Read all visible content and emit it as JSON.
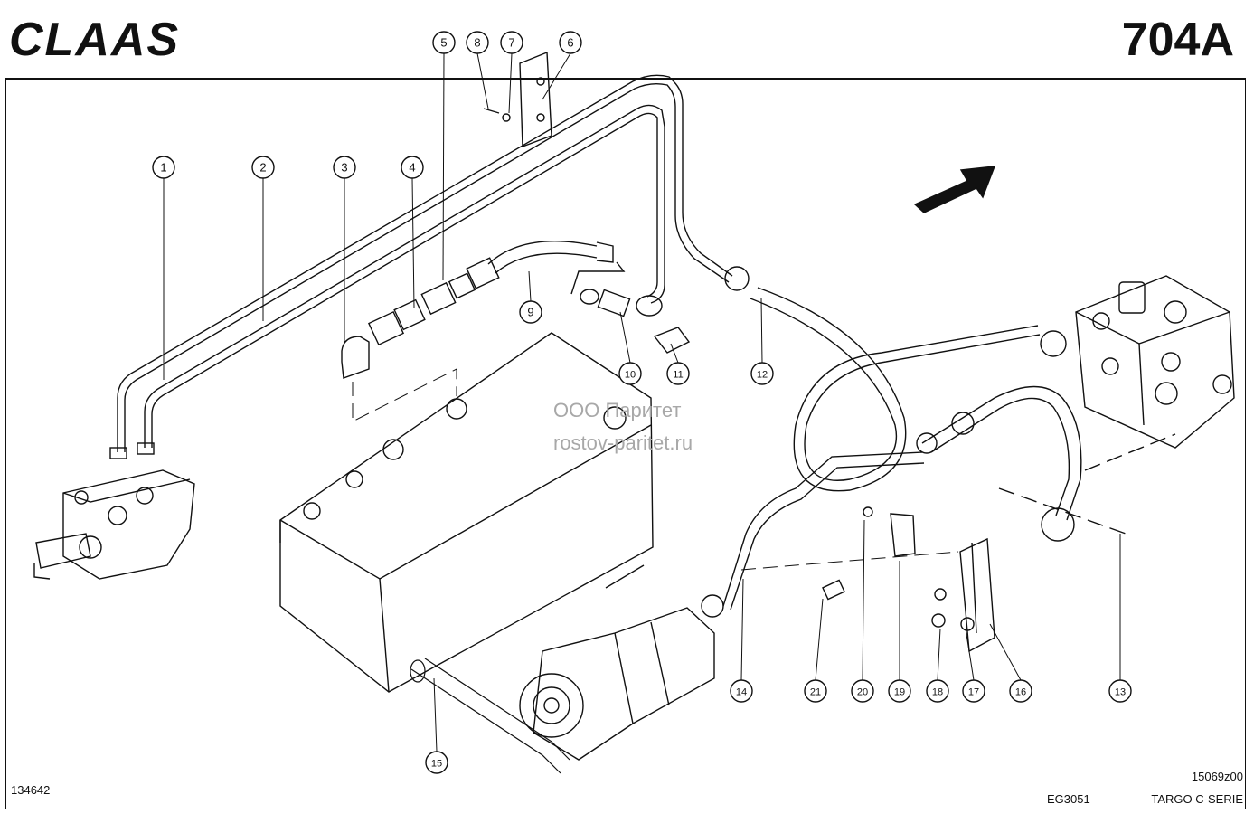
{
  "header": {
    "brand": "CLAAS",
    "plate_number": "704A"
  },
  "footer": {
    "left_code": "134642",
    "right_code": "15069z00",
    "doc_code": "EG3051",
    "series": "TARGO C-SERIE"
  },
  "watermark": {
    "line1": "ООО Паритет",
    "line2": "rostov-paritet.ru"
  },
  "callouts": [
    "1",
    "2",
    "3",
    "4",
    "5",
    "6",
    "7",
    "8",
    "9",
    "10",
    "11",
    "12",
    "13",
    "14",
    "15",
    "16",
    "17",
    "18",
    "19",
    "20",
    "21"
  ]
}
